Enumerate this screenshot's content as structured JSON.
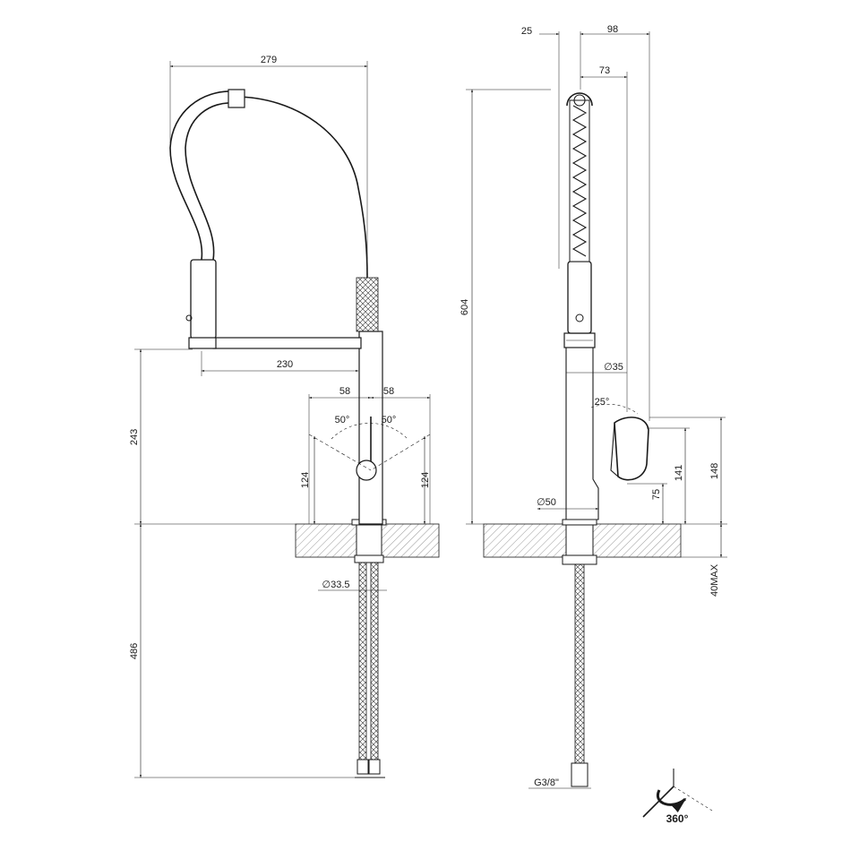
{
  "front_view": {
    "width_total": "279",
    "spout_reach": "230",
    "lever_left_offset": "58",
    "lever_right_offset": "58",
    "lever_left_angle": "50°",
    "lever_right_angle": "50°",
    "lever_left_height": "124",
    "lever_right_height": "124",
    "spout_height": "243",
    "hose_length": "486",
    "shank_diameter": "∅33.5"
  },
  "side_view": {
    "top_offset": "25",
    "top_depth": "98",
    "spray_depth": "73",
    "total_height": "604",
    "body_diameter": "∅35",
    "lever_angle": "25°",
    "base_diameter": "∅50",
    "lever_low_height": "75",
    "lever_mid_height": "141",
    "lever_top_height": "148",
    "deck_thickness": "40MAX",
    "connection": "G3/8\""
  },
  "rotation": {
    "label": "360°"
  }
}
